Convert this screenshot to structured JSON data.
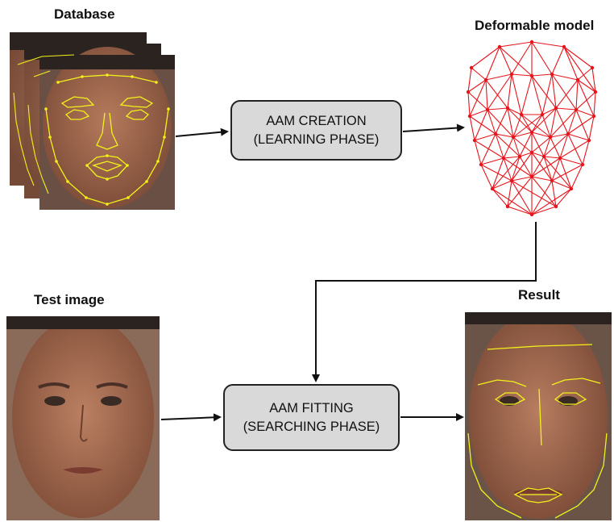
{
  "labels": {
    "database": "Database",
    "deformable_model": "Deformable model",
    "test_image": "Test image",
    "result": "Result"
  },
  "boxes": {
    "creation": {
      "line1": "AAM CREATION",
      "line2": "(LEARNING PHASE)"
    },
    "fitting": {
      "line1": "AAM FITTING",
      "line2": "(SEARCHING PHASE)"
    }
  },
  "colors": {
    "mesh": "#e8141c",
    "landmarks": "#f2f21a",
    "box_fill": "#d9d9d9",
    "skin": "#9a6248",
    "hair": "#2a2320"
  }
}
